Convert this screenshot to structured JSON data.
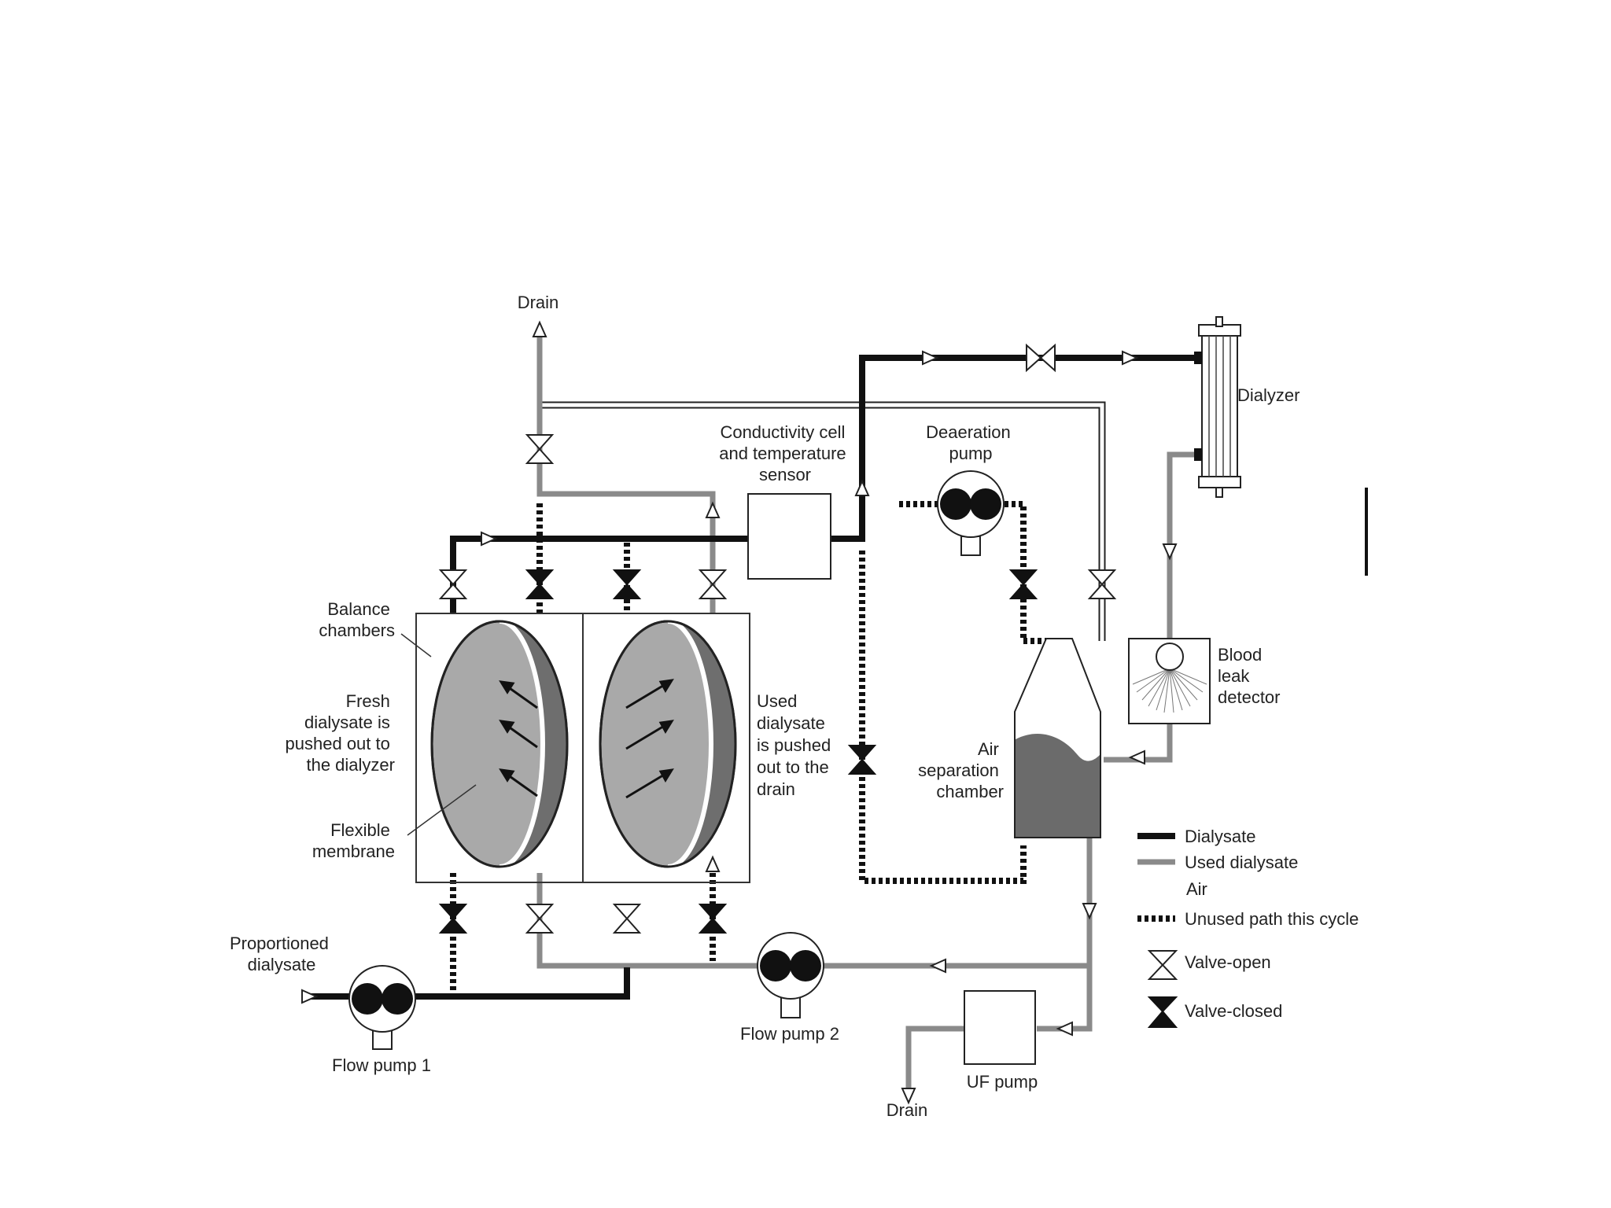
{
  "colors": {
    "dialysate": "#111111",
    "used_dialysate": "#8a8a8a",
    "air": "#ffffff",
    "chamber_fill_light": "#a9a9a9",
    "chamber_fill_dark": "#6e6e6e",
    "liquid": "#6b6b6b"
  },
  "labels": {
    "drain_top": "Drain",
    "dialyzer": "Dialyzer",
    "conductivity": [
      "Conductivity cell",
      "and temperature",
      "sensor"
    ],
    "deaeration": [
      "Deaeration",
      "pump"
    ],
    "balance_chambers": [
      "Balance",
      "chambers"
    ],
    "fresh": [
      "Fresh",
      "dialysate is",
      "pushed out to",
      "the dialyzer"
    ],
    "used": [
      "Used",
      "dialysate",
      "is pushed",
      "out to the",
      "drain"
    ],
    "flexible": [
      "Flexible",
      "membrane"
    ],
    "blood_leak": [
      "Blood",
      "leak",
      "detector"
    ],
    "air_sep": [
      "Air",
      "separation",
      "chamber"
    ],
    "proportioned": [
      "Proportioned",
      "dialysate"
    ],
    "flow_pump_1": "Flow pump 1",
    "flow_pump_2": "Flow pump 2",
    "uf_pump": "UF pump",
    "drain_bottom": "Drain"
  },
  "legend": {
    "dialysate": "Dialysate",
    "used_dialysate": "Used dialysate",
    "air": "Air",
    "unused": "Unused path this cycle",
    "valve_open": "Valve-open",
    "valve_closed": "Valve-closed"
  }
}
